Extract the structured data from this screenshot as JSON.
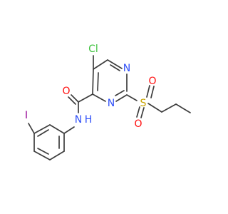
{
  "molecule": {
    "atoms": {
      "cl": {
        "symbol": "Cl",
        "color": "#3fc23f"
      },
      "n1": {
        "symbol": "N",
        "color": "#3050f8"
      },
      "n2": {
        "symbol": "N",
        "color": "#3050f8"
      },
      "o_amide": {
        "symbol": "O",
        "color": "#ff0d0d"
      },
      "nh": {
        "symbol": "N",
        "color": "#3050f8"
      },
      "h": {
        "symbol": "H",
        "color": "#3050f8"
      },
      "iodine": {
        "symbol": "I",
        "color": "#940094"
      },
      "s": {
        "symbol": "S",
        "color": "#c8a400"
      },
      "o_s1": {
        "symbol": "O",
        "color": "#ff0d0d"
      },
      "o_s2": {
        "symbol": "O",
        "color": "#ff0d0d"
      }
    },
    "bond_color": "#3d3d3d"
  }
}
